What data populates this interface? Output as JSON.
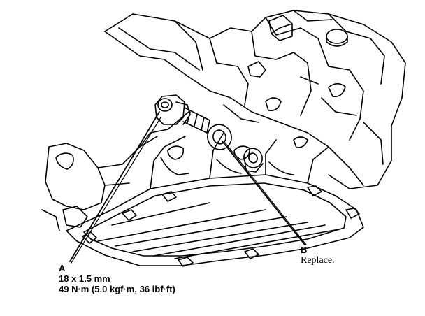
{
  "callouts": {
    "a": {
      "letter": "A",
      "size": "18 x 1.5 mm",
      "torque": "49 N·m (5.0 kgf·m, 36 lbf·ft)"
    },
    "b": {
      "letter": "B",
      "note": "Replace."
    }
  }
}
